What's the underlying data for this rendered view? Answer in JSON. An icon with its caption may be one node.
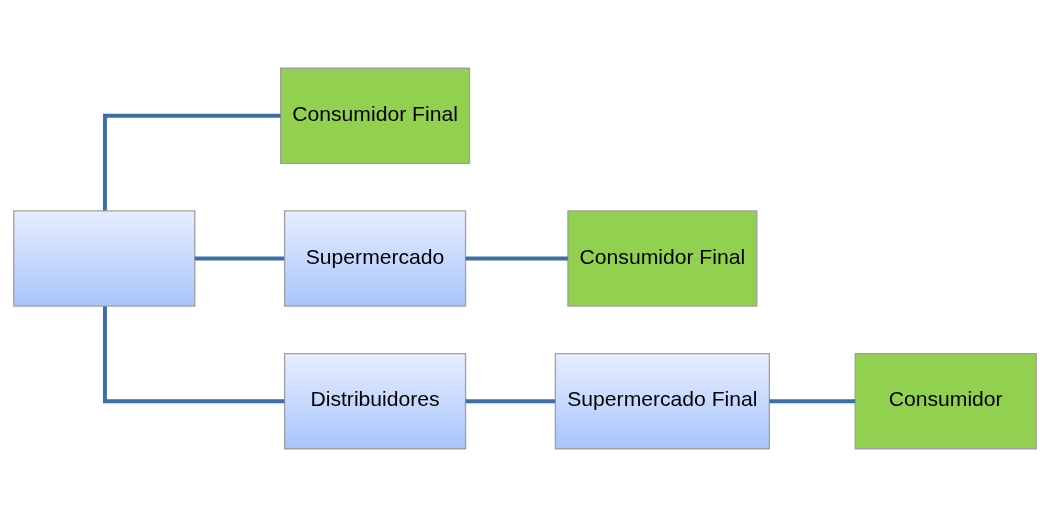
{
  "diagram": {
    "nodes": [
      {
        "text": [],
        "shape": "box"
      },
      {
        "text": [
          "Consumidor Final"
        ]
      },
      {
        "text": [
          "Supermercado"
        ]
      },
      {
        "text": [
          "Consumidor Final"
        ]
      },
      {
        "text": [
          "Distribuidores"
        ]
      },
      {
        "text": [
          "Supermercado Final"
        ]
      },
      {
        "text": [
          "Consumidor"
        ]
      }
    ],
    "edges": [
      {
        "from": 0,
        "to": 1,
        "arrow": "none"
      },
      {
        "from": 0,
        "to": 2,
        "arrow": "none"
      },
      {
        "from": 0,
        "to": 4,
        "arrow": "none"
      },
      {
        "from": 2,
        "to": 3,
        "arrow": "none"
      },
      {
        "from": 4,
        "to": 5,
        "arrow": "none"
      },
      {
        "from": 5,
        "to": 6,
        "arrow": "none"
      }
    ]
  }
}
